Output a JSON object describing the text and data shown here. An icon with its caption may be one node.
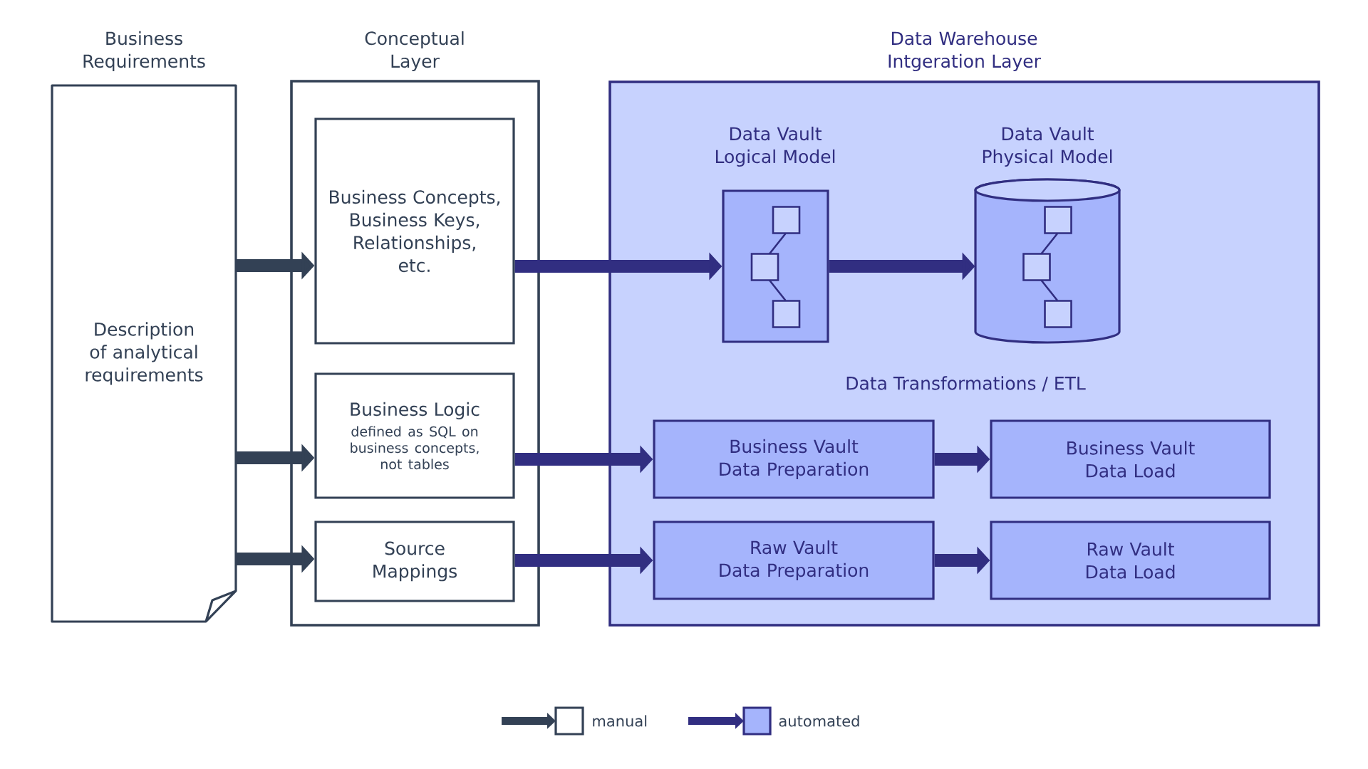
{
  "diagram": {
    "nodes": [
      {
        "text": [
          "Business Requirements",
          "Description of analytical requirements"
        ]
      },
      {
        "text": [
          "Conceptual Layer"
        ]
      },
      {
        "text": [
          "Business Concepts, Business Keys, Relationships, etc."
        ],
        "in": 1
      },
      {
        "text": [
          "Business Logic",
          "defined as SQL on business concepts, not tables"
        ],
        "in": 1
      },
      {
        "text": [
          "Source Mappings"
        ],
        "in": 1
      },
      {
        "text": [
          "Data Warehouse Intgeration Layer"
        ]
      },
      {
        "text": [
          "Data Vault Logical Model"
        ],
        "in": 5
      },
      {
        "text": [
          "Data Vault Physical Model"
        ],
        "in": 5
      },
      {
        "text": [
          "Business Vault Data Preparation"
        ],
        "in": 5
      },
      {
        "text": [
          "Business Vault Data Load"
        ],
        "in": 5
      },
      {
        "text": [
          "Raw Vault Data Preparation"
        ],
        "in": 5
      },
      {
        "text": [
          "Raw Vault Data Load"
        ],
        "in": 5
      }
    ],
    "edges": [
      {
        "from": 0,
        "to": 2,
        "arrow": "to",
        "color": "#334155"
      },
      {
        "from": 0,
        "to": 3,
        "arrow": "to",
        "color": "#334155"
      },
      {
        "from": 0,
        "to": 4,
        "arrow": "to",
        "color": "#334155"
      },
      {
        "from": 2,
        "to": 6,
        "arrow": "to"
      },
      {
        "from": 6,
        "to": 7,
        "arrow": "to"
      },
      {
        "from": 3,
        "to": 8,
        "arrow": "to"
      },
      {
        "from": 8,
        "to": 9,
        "arrow": "to"
      },
      {
        "from": 4,
        "to": 10,
        "arrow": "to"
      },
      {
        "from": 10,
        "to": 11,
        "arrow": "to"
      }
    ],
    "labels": [
      "Data Transformations / ETL"
    ],
    "legend": [
      {
        "text": "manual"
      },
      {
        "text": "automated",
        "color": "#a5b4fc"
      }
    ]
  }
}
